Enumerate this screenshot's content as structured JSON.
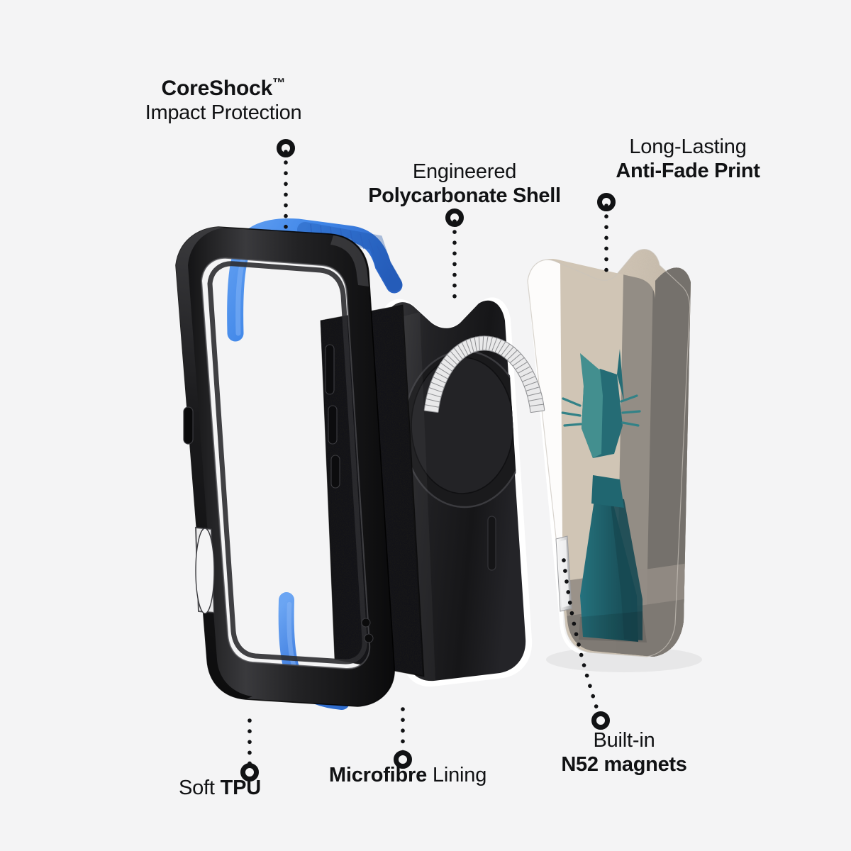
{
  "meta": {
    "background_color": "#f4f4f5",
    "text_color": "#111214",
    "accent_blue": "#3f86e8",
    "case_black": "#1b1b1d",
    "print_beige": "#cfc3b2",
    "print_shadow": "#7d7770",
    "cat_teal_light": "#3c8b8b",
    "cat_teal_dark": "#14555f",
    "magnet_silver": "#e9e9ea"
  },
  "callouts": [
    {
      "id": "coreshock",
      "line1": "CoreShock",
      "trademark": "™",
      "line2": "Impact Protection",
      "line1_weight": "bold",
      "line2_weight": "regular",
      "leader": "up"
    },
    {
      "id": "polycarbonate",
      "line1": "Engineered",
      "line2": "Polycarbonate Shell",
      "line1_weight": "regular",
      "line2_weight": "bold",
      "leader": "up"
    },
    {
      "id": "antifade",
      "line1": "Long-Lasting",
      "line2": "Anti-Fade Print",
      "line1_weight": "regular",
      "line2_weight": "bold",
      "leader": "up"
    },
    {
      "id": "tpu",
      "text_regular": "Soft ",
      "text_bold": "TPU",
      "leader": "down"
    },
    {
      "id": "microfibre",
      "text_bold": "Microfibre",
      "text_regular": " Lining",
      "leader": "down"
    },
    {
      "id": "n52",
      "line1": "Built-in",
      "line2": "N52 magnets",
      "line1_weight": "regular",
      "line2_weight": "bold",
      "leader": "down-curved"
    }
  ],
  "layers": [
    {
      "name": "tpu-bumper-frame",
      "material": "Soft TPU",
      "color": "#1b1b1d",
      "accent": "#3f86e8"
    },
    {
      "name": "microfibre-lining",
      "material": "Microfibre",
      "color": "#171718"
    },
    {
      "name": "polycarbonate-shell",
      "material": "Polycarbonate",
      "color": "#1d1d1f"
    },
    {
      "name": "magnet-ring",
      "material": "N52 magnets",
      "color": "#e9e9ea"
    },
    {
      "name": "printed-artwork-panel",
      "material": "Anti-Fade Print",
      "artwork": "geometric teal cat"
    }
  ],
  "artwork": {
    "subject": "cat",
    "style": "geometric flat illustration",
    "background": "#cfc3b2",
    "shadow": "#7d7770",
    "floor": "#8a847c",
    "body_color": "#14555f",
    "head_light": "#3c8b8b",
    "head_dark": "#1d6670"
  }
}
